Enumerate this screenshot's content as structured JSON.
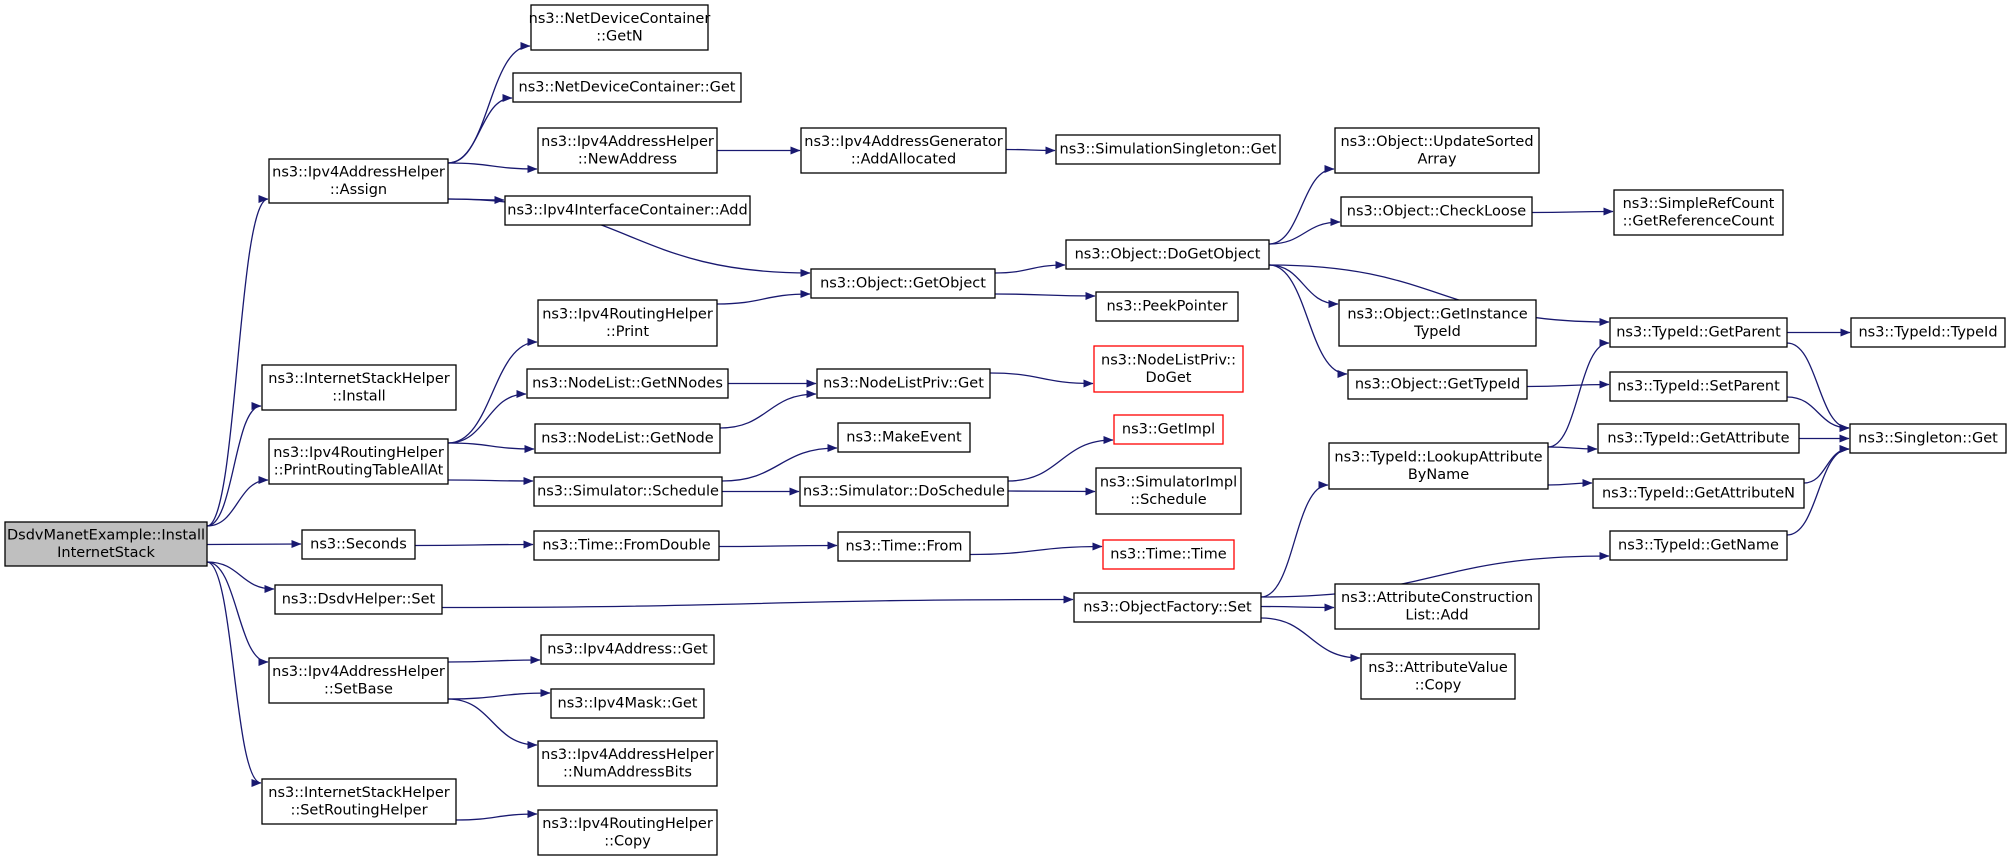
{
  "colors": {
    "edge": "#191970",
    "node_border": "#000000",
    "undocumented_border": "#ff0000",
    "root_fill": "#bfbfbf",
    "node_fill": "#ffffff"
  },
  "nodes": [
    {
      "id": "root",
      "lines": [
        "DsdvManetExample::Install",
        "InternetStack"
      ],
      "root": true
    },
    {
      "id": "ndc_getn",
      "lines": [
        "ns3::NetDeviceContainer",
        "::GetN"
      ]
    },
    {
      "id": "ndc_get",
      "lines": [
        "ns3::NetDeviceContainer::Get"
      ]
    },
    {
      "id": "ipv4ah_assign",
      "lines": [
        "ns3::Ipv4AddressHelper",
        "::Assign"
      ]
    },
    {
      "id": "ipv4ah_newaddr",
      "lines": [
        "ns3::Ipv4AddressHelper",
        "::NewAddress"
      ]
    },
    {
      "id": "ipv4ag_addalloc",
      "lines": [
        "ns3::Ipv4AddressGenerator",
        "::AddAllocated"
      ]
    },
    {
      "id": "simsingleton_get",
      "lines": [
        "ns3::SimulationSingleton::Get"
      ]
    },
    {
      "id": "ipv4ic_add",
      "lines": [
        "ns3::Ipv4InterfaceContainer::Add"
      ]
    },
    {
      "id": "obj_getobject",
      "lines": [
        "ns3::Object::GetObject"
      ]
    },
    {
      "id": "obj_dogetobject",
      "lines": [
        "ns3::Object::DoGetObject"
      ]
    },
    {
      "id": "obj_updsorted",
      "lines": [
        "ns3::Object::UpdateSorted",
        "Array"
      ]
    },
    {
      "id": "obj_checkloose",
      "lines": [
        "ns3::Object::CheckLoose"
      ]
    },
    {
      "id": "srefcount_get",
      "lines": [
        "ns3::SimpleRefCount",
        "::GetReferenceCount"
      ]
    },
    {
      "id": "obj_getinstance",
      "lines": [
        "ns3::Object::GetInstance",
        "TypeId"
      ]
    },
    {
      "id": "obj_gettypeid",
      "lines": [
        "ns3::Object::GetTypeId"
      ]
    },
    {
      "id": "peekpointer",
      "lines": [
        "ns3::PeekPointer"
      ]
    },
    {
      "id": "ish_install",
      "lines": [
        "ns3::InternetStackHelper",
        "::Install"
      ]
    },
    {
      "id": "ipv4rh_print",
      "lines": [
        "ns3::Ipv4RoutingHelper",
        "::Print"
      ]
    },
    {
      "id": "ipv4rh_printall",
      "lines": [
        "ns3::Ipv4RoutingHelper",
        "::PrintRoutingTableAllAt"
      ]
    },
    {
      "id": "nodelist_getnnodes",
      "lines": [
        "ns3::NodeList::GetNNodes"
      ]
    },
    {
      "id": "nodelist_getnode",
      "lines": [
        "ns3::NodeList::GetNode"
      ]
    },
    {
      "id": "nodelistpriv_get",
      "lines": [
        "ns3::NodeListPriv::Get"
      ]
    },
    {
      "id": "nodelistpriv_doget",
      "lines": [
        "ns3::NodeListPriv::",
        "DoGet"
      ],
      "red": true
    },
    {
      "id": "sim_schedule",
      "lines": [
        "ns3::Simulator::Schedule"
      ]
    },
    {
      "id": "makeevent",
      "lines": [
        "ns3::MakeEvent"
      ]
    },
    {
      "id": "sim_doschedule",
      "lines": [
        "ns3::Simulator::DoSchedule"
      ]
    },
    {
      "id": "getimpl",
      "lines": [
        "ns3::GetImpl"
      ],
      "red": true
    },
    {
      "id": "simimpl_schedule",
      "lines": [
        "ns3::SimulatorImpl",
        "::Schedule"
      ]
    },
    {
      "id": "seconds",
      "lines": [
        "ns3::Seconds"
      ]
    },
    {
      "id": "time_fromdouble",
      "lines": [
        "ns3::Time::FromDouble"
      ]
    },
    {
      "id": "time_from",
      "lines": [
        "ns3::Time::From"
      ]
    },
    {
      "id": "time_time",
      "lines": [
        "ns3::Time::Time"
      ],
      "red": true
    },
    {
      "id": "dsdvhelper_set",
      "lines": [
        "ns3::DsdvHelper::Set"
      ]
    },
    {
      "id": "objfactory_set",
      "lines": [
        "ns3::ObjectFactory::Set"
      ]
    },
    {
      "id": "typeid_lookupattr",
      "lines": [
        "ns3::TypeId::LookupAttribute",
        "ByName"
      ]
    },
    {
      "id": "typeid_getparent",
      "lines": [
        "ns3::TypeId::GetParent"
      ]
    },
    {
      "id": "typeid_typeid",
      "lines": [
        "ns3::TypeId::TypeId"
      ]
    },
    {
      "id": "typeid_setparent",
      "lines": [
        "ns3::TypeId::SetParent"
      ]
    },
    {
      "id": "typeid_getattr",
      "lines": [
        "ns3::TypeId::GetAttribute"
      ]
    },
    {
      "id": "typeid_getattrn",
      "lines": [
        "ns3::TypeId::GetAttributeN"
      ]
    },
    {
      "id": "singleton_get",
      "lines": [
        "ns3::Singleton::Get"
      ]
    },
    {
      "id": "typeid_getname",
      "lines": [
        "ns3::TypeId::GetName"
      ]
    },
    {
      "id": "attrconst_add",
      "lines": [
        "ns3::AttributeConstruction",
        "List::Add"
      ]
    },
    {
      "id": "attrval_copy",
      "lines": [
        "ns3::AttributeValue",
        "::Copy"
      ]
    },
    {
      "id": "ipv4ah_setbase",
      "lines": [
        "ns3::Ipv4AddressHelper",
        "::SetBase"
      ]
    },
    {
      "id": "ipv4addr_get",
      "lines": [
        "ns3::Ipv4Address::Get"
      ]
    },
    {
      "id": "ipv4mask_get",
      "lines": [
        "ns3::Ipv4Mask::Get"
      ]
    },
    {
      "id": "ipv4ah_numbits",
      "lines": [
        "ns3::Ipv4AddressHelper",
        "::NumAddressBits"
      ]
    },
    {
      "id": "ish_setrouting",
      "lines": [
        "ns3::InternetStackHelper",
        "::SetRoutingHelper"
      ]
    },
    {
      "id": "ipv4rh_copy",
      "lines": [
        "ns3::Ipv4RoutingHelper",
        "::Copy"
      ]
    }
  ],
  "edges": [
    [
      "root",
      "ipv4ah_assign"
    ],
    [
      "root",
      "ish_install"
    ],
    [
      "root",
      "ipv4rh_printall"
    ],
    [
      "root",
      "seconds"
    ],
    [
      "root",
      "dsdvhelper_set"
    ],
    [
      "root",
      "ipv4ah_setbase"
    ],
    [
      "root",
      "ish_setrouting"
    ],
    [
      "ipv4ah_assign",
      "ndc_getn"
    ],
    [
      "ipv4ah_assign",
      "ndc_get"
    ],
    [
      "ipv4ah_assign",
      "ipv4ah_newaddr"
    ],
    [
      "ipv4ah_assign",
      "ipv4ic_add"
    ],
    [
      "ipv4ah_assign",
      "obj_getobject"
    ],
    [
      "ipv4ah_newaddr",
      "ipv4ag_addalloc"
    ],
    [
      "ipv4ag_addalloc",
      "simsingleton_get"
    ],
    [
      "obj_getobject",
      "obj_dogetobject"
    ],
    [
      "obj_getobject",
      "peekpointer"
    ],
    [
      "obj_dogetobject",
      "obj_updsorted"
    ],
    [
      "obj_dogetobject",
      "obj_checkloose"
    ],
    [
      "obj_dogetobject",
      "obj_getinstance"
    ],
    [
      "obj_dogetobject",
      "obj_gettypeid"
    ],
    [
      "obj_dogetobject",
      "typeid_getparent"
    ],
    [
      "obj_checkloose",
      "srefcount_get"
    ],
    [
      "obj_gettypeid",
      "typeid_setparent"
    ],
    [
      "ipv4rh_print",
      "obj_getobject"
    ],
    [
      "ipv4rh_printall",
      "ipv4rh_print"
    ],
    [
      "ipv4rh_printall",
      "nodelist_getnnodes"
    ],
    [
      "ipv4rh_printall",
      "nodelist_getnode"
    ],
    [
      "ipv4rh_printall",
      "sim_schedule"
    ],
    [
      "nodelist_getnnodes",
      "nodelistpriv_get"
    ],
    [
      "nodelist_getnode",
      "nodelistpriv_get"
    ],
    [
      "nodelistpriv_get",
      "nodelistpriv_doget"
    ],
    [
      "sim_schedule",
      "makeevent"
    ],
    [
      "sim_schedule",
      "sim_doschedule"
    ],
    [
      "sim_doschedule",
      "getimpl"
    ],
    [
      "sim_doschedule",
      "simimpl_schedule"
    ],
    [
      "seconds",
      "time_fromdouble"
    ],
    [
      "time_fromdouble",
      "time_from"
    ],
    [
      "time_from",
      "time_time"
    ],
    [
      "dsdvhelper_set",
      "objfactory_set"
    ],
    [
      "objfactory_set",
      "typeid_lookupattr"
    ],
    [
      "objfactory_set",
      "typeid_getname"
    ],
    [
      "objfactory_set",
      "attrconst_add"
    ],
    [
      "objfactory_set",
      "attrval_copy"
    ],
    [
      "typeid_lookupattr",
      "typeid_getparent"
    ],
    [
      "typeid_lookupattr",
      "typeid_getattr"
    ],
    [
      "typeid_lookupattr",
      "typeid_getattrn"
    ],
    [
      "typeid_getparent",
      "typeid_typeid"
    ],
    [
      "typeid_getparent",
      "singleton_get"
    ],
    [
      "typeid_setparent",
      "singleton_get"
    ],
    [
      "typeid_getattr",
      "singleton_get"
    ],
    [
      "typeid_getattrn",
      "singleton_get"
    ],
    [
      "typeid_getname",
      "singleton_get"
    ],
    [
      "ipv4ah_setbase",
      "ipv4addr_get"
    ],
    [
      "ipv4ah_setbase",
      "ipv4mask_get"
    ],
    [
      "ipv4ah_setbase",
      "ipv4ah_numbits"
    ],
    [
      "ish_setrouting",
      "ipv4rh_copy"
    ]
  ]
}
